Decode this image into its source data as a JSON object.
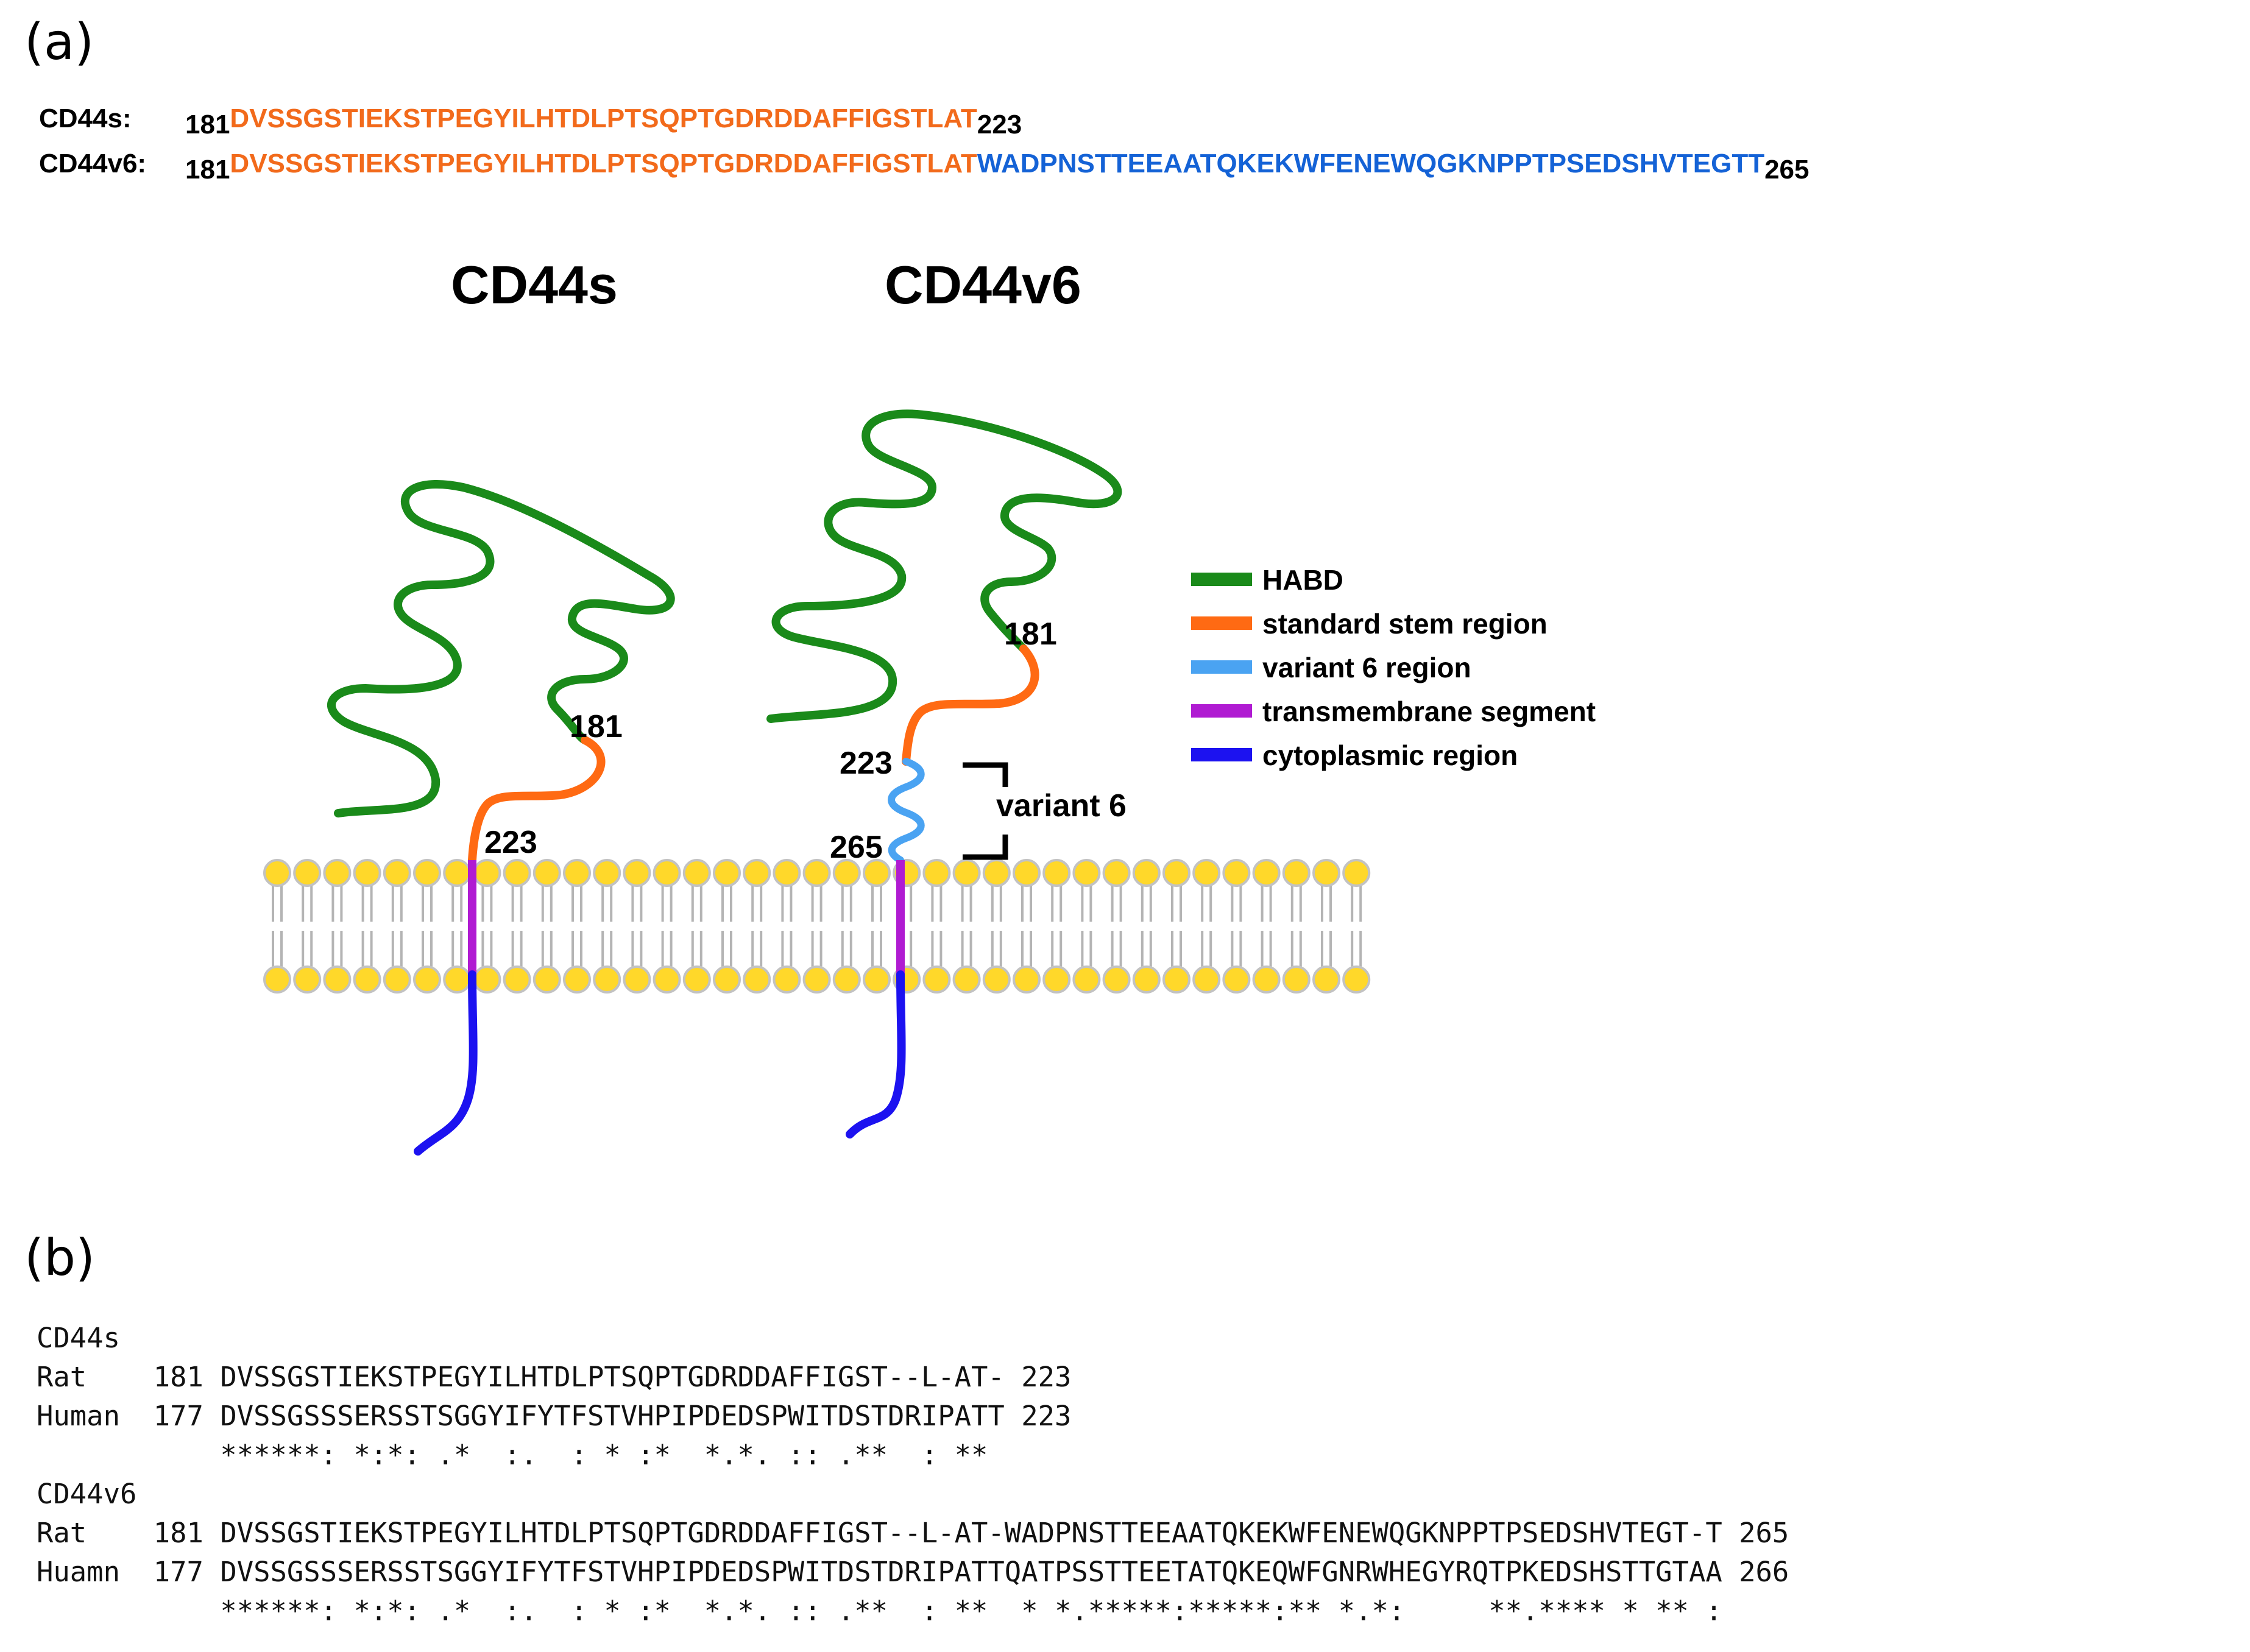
{
  "panel_a": {
    "label": "(a)",
    "seq_rows": [
      {
        "name": "CD44s:",
        "start": "181",
        "stem": "DVSSGSTIEKSTPEGYILHTDLPTSQPTGDRDDAFFIGSTLAT",
        "variant": "",
        "end": "223"
      },
      {
        "name": "CD44v6:",
        "start": "181",
        "stem": "DVSSGSTIEKSTPEGYILHTDLPTSQPTGDRDDAFFIGSTLAT",
        "variant": "WADPNSTTEEAATQKEKWFENEWQGKNPPTPSEDSHVTEGTT",
        "end": "265"
      }
    ],
    "protein_titles": [
      "CD44s",
      "CD44v6"
    ],
    "residue_labels": {
      "cd44s_181": "181",
      "cd44s_223": "223",
      "cd44v6_181": "181",
      "cd44v6_223": "223",
      "cd44v6_265": "265"
    },
    "variant_bracket_label": "variant 6",
    "legend": [
      {
        "label": "HABD",
        "color": "#1a8a1a"
      },
      {
        "label": "standard stem region",
        "color": "#ff6a13"
      },
      {
        "label": "variant 6 region",
        "color": "#4aa3f2"
      },
      {
        "label": "transmembrane segment",
        "color": "#b01bd2"
      },
      {
        "label": "cytoplasmic region",
        "color": "#1c12f0"
      }
    ],
    "membrane_colors": {
      "head": "#ffd82a",
      "head_stroke": "#c2c2c2",
      "tail": "#b4b4b4"
    }
  },
  "panel_b": {
    "label": "(b)",
    "alignment_lines": [
      "CD44s",
      "Rat    181 DVSSGSTIEKSTPEGYILHTDLPTSQPTGDRDDAFFIGST--L-AT- 223",
      "Human  177 DVSSGSSSERSSTSGGYIFYTFSTVHPIPDEDSPWITDSTDRIPATT 223",
      "           ******: *:*: .*  :.  : * :*  *.*. :: .**  : **",
      "CD44v6",
      "Rat    181 DVSSGSTIEKSTPEGYILHTDLPTSQPTGDRDDAFFIGST--L-AT-WADPNSTTEEAATQKEKWFENEWQGKNPPTPSEDSHVTEGT-T 265",
      "Huamn  177 DVSSGSSSERSSTSGGYIFYTFSTVHPIPDEDSPWITDSTDRIPATTQATPSSTTEETATQKEQWFGNRWHEGYRQTPKEDSHSTTGTAA 266",
      "           ******: *:*: .*  :.  : * :*  *.*. :: .**  : **  * *.*****:*****:** *.*:     **.**** * ** :"
    ]
  }
}
